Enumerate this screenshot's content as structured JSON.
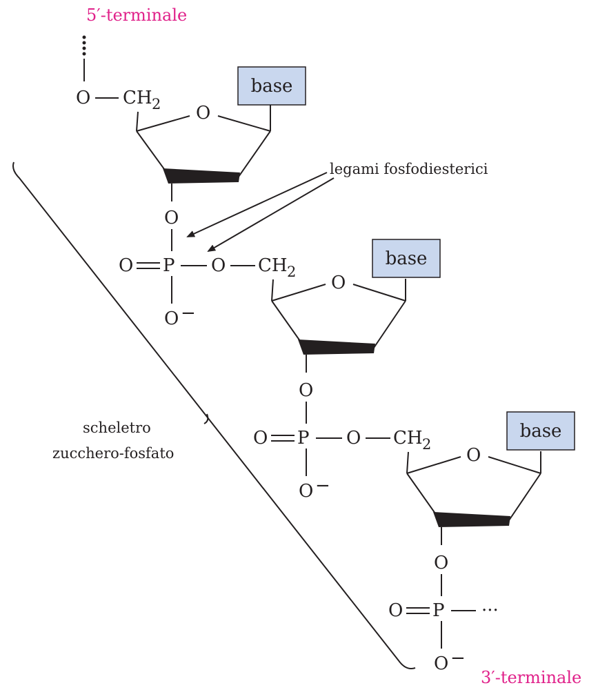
{
  "colors": {
    "terminal_label": "#e0218a",
    "base_fill": "#c9d7ee",
    "ink": "#231f20"
  },
  "labels": {
    "terminal_5": "5′-terminale",
    "terminal_3": "3′-terminale",
    "phosphodiester": "legami fosfodiesterici",
    "backbone_line1": "scheletro",
    "backbone_line2": "zucchero-fosfato",
    "base": "base",
    "ring_o": "O",
    "ester_o": "O",
    "ch2": "CH",
    "ch2_sub": "2",
    "phosphorus": "P",
    "double_o": "O",
    "o_minus": "O",
    "minus": "−",
    "ellipsis": "···"
  }
}
